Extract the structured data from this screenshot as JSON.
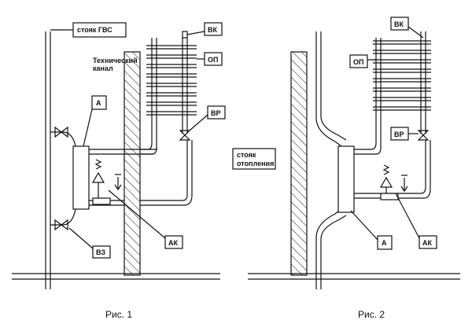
{
  "fig1": {
    "caption": "Рис. 1",
    "labels": {
      "riser_hot_water": "стояк ГВС",
      "tech_channel_line1": "Технический",
      "tech_channel_line2": "канал",
      "vk": "ВК",
      "op": "ОП",
      "a": "А",
      "vr": "ВР",
      "ak": "АК",
      "vz": "ВЗ"
    }
  },
  "fig2": {
    "caption": "Рис. 2",
    "labels": {
      "vk": "ВК",
      "op": "ОП",
      "vr": "ВР",
      "riser_heating_line1": "стояк",
      "riser_heating_line2": "отопления",
      "a": "А",
      "ak": "АК"
    }
  }
}
